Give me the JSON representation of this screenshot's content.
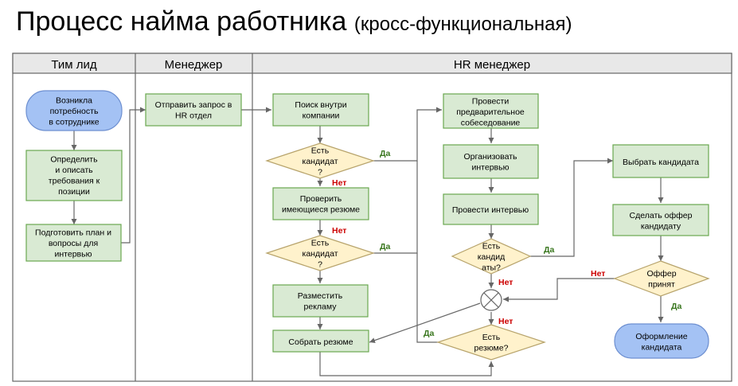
{
  "title": {
    "main": "Процесс найма работника",
    "sub": "(кросс-функциональная)"
  },
  "lanes": [
    "Тим лид",
    "Менеджер",
    "HR менеджер"
  ],
  "nodes": {
    "start": [
      "Возникла",
      "потребность",
      "в сотруднике"
    ],
    "define": [
      "Определить",
      "и описать",
      "требования к",
      "позиции"
    ],
    "plan": [
      "Подготовить план и",
      "вопросы для",
      "интервью"
    ],
    "send": [
      "Отправить запрос в",
      "HR отдел"
    ],
    "search": [
      "Поиск внутри",
      "компании"
    ],
    "d1": [
      "Есть",
      "кандидат",
      "?"
    ],
    "check": [
      "Проверить",
      "имеющиеся резюме"
    ],
    "d2": [
      "Есть",
      "кандидат",
      "?"
    ],
    "ad": [
      "Разместить",
      "рекламу"
    ],
    "collect": [
      "Собрать резюме"
    ],
    "pre": [
      "Провести",
      "предварительное",
      "собеседование"
    ],
    "org": [
      "Организовать",
      "интервью"
    ],
    "interview": [
      "Провести интервью"
    ],
    "d3": [
      "Есть",
      "кандид",
      "аты?"
    ],
    "d4": [
      "Есть",
      "резюме?"
    ],
    "choose": [
      "Выбрать кандидата"
    ],
    "offer": [
      "Сделать оффер",
      "кандидату"
    ],
    "d5": [
      "Оффер",
      "принят"
    ],
    "end": [
      "Оформление",
      "кандидата"
    ]
  },
  "edge_labels": {
    "yes": "Да",
    "no": "Нет"
  },
  "colors": {
    "process_fill": "#d9ead3",
    "process_stroke": "#6aa84f",
    "decision_fill": "#fff2cc",
    "decision_stroke": "#b7a36b",
    "terminal_fill": "#a4c2f4",
    "terminal_stroke": "#6d8fd0",
    "lane_header": "#e8e8e8",
    "yes": "#38761d",
    "no": "#cc0000"
  }
}
